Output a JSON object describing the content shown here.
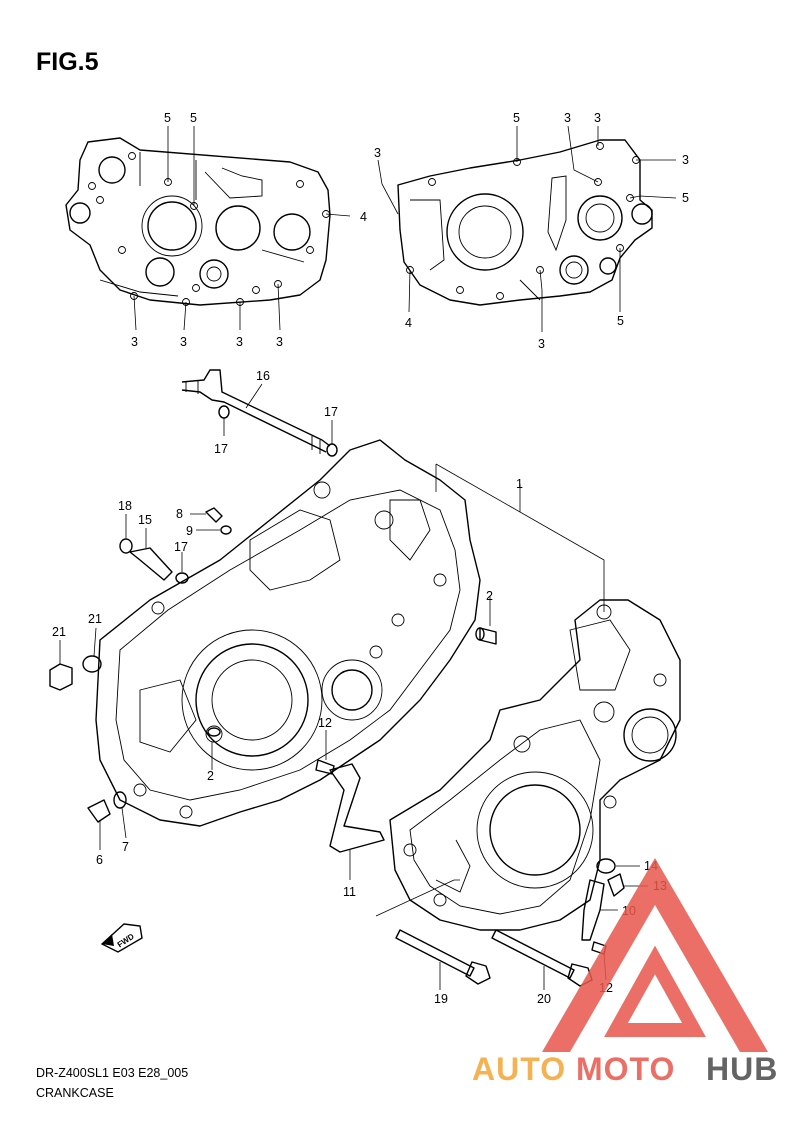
{
  "figure": {
    "title": "FIG.5",
    "footer_code": "DR-Z400SL1 E03 E28_005",
    "footer_name": "CRANKCASE",
    "fwd_label": "FWD"
  },
  "callouts": [
    {
      "id": "c-top-5a",
      "label": "5"
    },
    {
      "id": "c-top-5b",
      "label": "5"
    },
    {
      "id": "c-top-4a",
      "label": "4"
    },
    {
      "id": "c-top-3a",
      "label": "3"
    },
    {
      "id": "c-top-3b",
      "label": "3"
    },
    {
      "id": "c-top-3c",
      "label": "3"
    },
    {
      "id": "c-top-3d",
      "label": "3"
    },
    {
      "id": "c-top-3e",
      "label": "3"
    },
    {
      "id": "c-top-5c",
      "label": "5"
    },
    {
      "id": "c-top-3f",
      "label": "3"
    },
    {
      "id": "c-top-3g",
      "label": "3"
    },
    {
      "id": "c-top-3h",
      "label": "3"
    },
    {
      "id": "c-top-5d",
      "label": "5"
    },
    {
      "id": "c-top-4b",
      "label": "4"
    },
    {
      "id": "c-top-3i",
      "label": "3"
    },
    {
      "id": "c-top-5e",
      "label": "5"
    },
    {
      "id": "c-16",
      "label": "16"
    },
    {
      "id": "c-17a",
      "label": "17"
    },
    {
      "id": "c-17b",
      "label": "17"
    },
    {
      "id": "c-1",
      "label": "1"
    },
    {
      "id": "c-18",
      "label": "18"
    },
    {
      "id": "c-15",
      "label": "15"
    },
    {
      "id": "c-8",
      "label": "8"
    },
    {
      "id": "c-9",
      "label": "9"
    },
    {
      "id": "c-17c",
      "label": "17"
    },
    {
      "id": "c-2a",
      "label": "2"
    },
    {
      "id": "c-21a",
      "label": "21"
    },
    {
      "id": "c-21b",
      "label": "21"
    },
    {
      "id": "c-12a",
      "label": "12"
    },
    {
      "id": "c-2b",
      "label": "2"
    },
    {
      "id": "c-6",
      "label": "6"
    },
    {
      "id": "c-7",
      "label": "7"
    },
    {
      "id": "c-11",
      "label": "11"
    },
    {
      "id": "c-14",
      "label": "14"
    },
    {
      "id": "c-13",
      "label": "13"
    },
    {
      "id": "c-10",
      "label": "10"
    },
    {
      "id": "c-19",
      "label": "19"
    },
    {
      "id": "c-20",
      "label": "20"
    },
    {
      "id": "c-12b",
      "label": "12"
    }
  ],
  "watermark": {
    "part1": "AUTO",
    "part2": "MOTO",
    "part3": "HUB",
    "color_primary": "#e8574c",
    "color_secondary": "#f4a534",
    "color_dark": "#4a4a4a"
  }
}
